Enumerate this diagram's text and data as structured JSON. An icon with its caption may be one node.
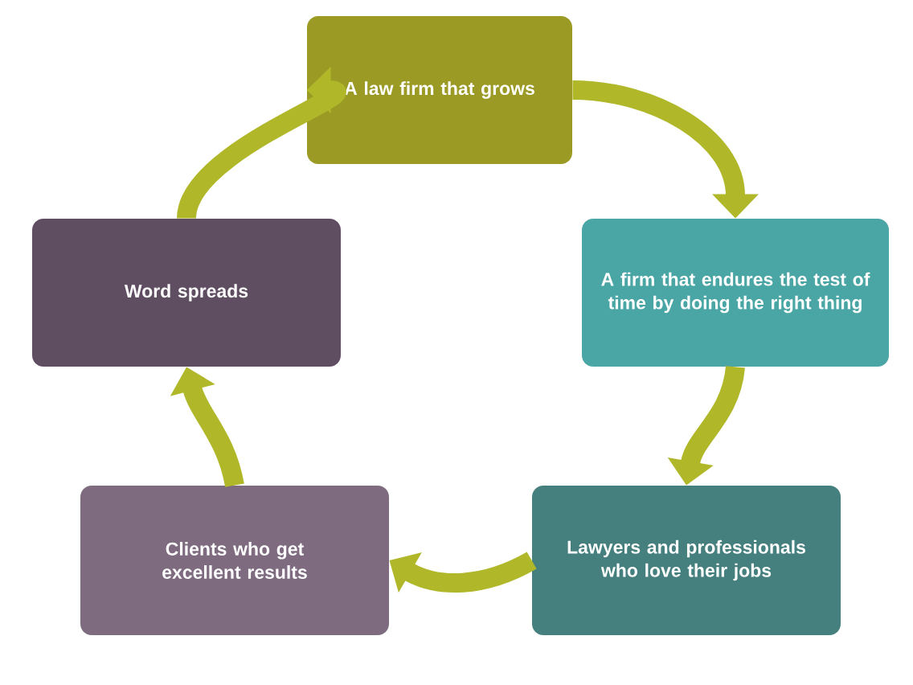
{
  "diagram": {
    "nodes": [
      {
        "text": [
          "A law firm that grows"
        ]
      },
      {
        "text": [
          "A firm that endures the test of time by doing the right thing"
        ]
      },
      {
        "text": [
          "Lawyers and professionals who love their jobs"
        ]
      },
      {
        "text": [
          "Clients who get excellent results"
        ]
      },
      {
        "text": [
          "Word spreads"
        ]
      }
    ],
    "edges": [
      {
        "from": 0,
        "to": 1,
        "arrow": "to"
      },
      {
        "from": 1,
        "to": 2,
        "arrow": "to"
      },
      {
        "from": 2,
        "to": 3,
        "arrow": "to"
      },
      {
        "from": 3,
        "to": 4,
        "arrow": "to"
      },
      {
        "from": 4,
        "to": 0,
        "arrow": "to"
      }
    ]
  }
}
